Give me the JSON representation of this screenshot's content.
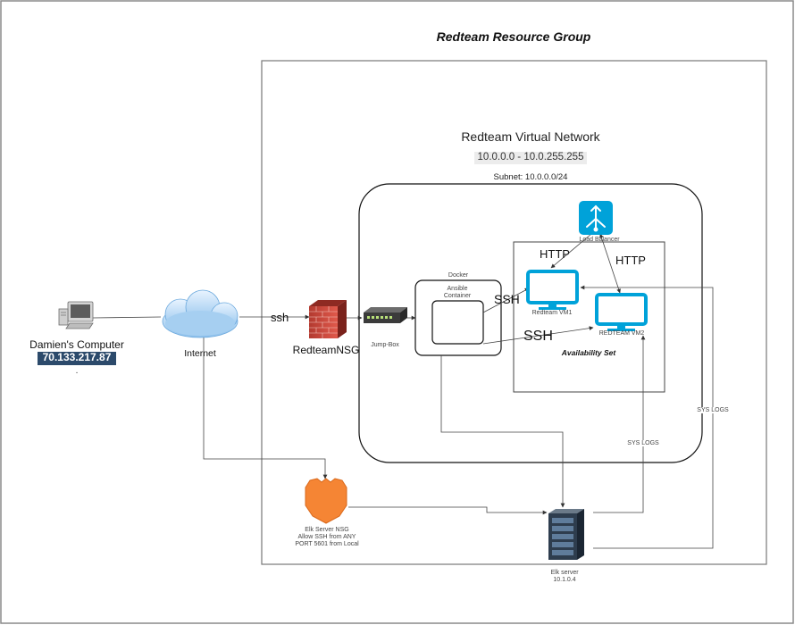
{
  "title": "Redteam Resource Group",
  "vnet": {
    "title": "Redteam Virtual Network",
    "range": "10.0.0.0 - 10.0.255.255",
    "subnet": "Subnet: 10.0.0.0/24"
  },
  "computer": {
    "name": "Damien's Computer",
    "ip": "70.133.217.87",
    "dot": "."
  },
  "internet": {
    "label": "Internet"
  },
  "ssh_link": {
    "label": "ssh"
  },
  "nsg": {
    "label": "RedteamNSG"
  },
  "jumpbox": {
    "label": "Jump-Box"
  },
  "docker": {
    "label": "Docker",
    "container_line1": "Ansible",
    "container_line2": "Container"
  },
  "ssh_vm1": {
    "label": "SSH"
  },
  "ssh_vm2": {
    "label": "SSH"
  },
  "load_balancer": {
    "label": "Load Balancer"
  },
  "http1": {
    "label": "HTTP"
  },
  "http2": {
    "label": "HTTP"
  },
  "vm1": {
    "label": "Redteam VM1"
  },
  "vm2": {
    "label": "REDTEAM VM2"
  },
  "availability_set": {
    "label": "Availability Set"
  },
  "elk_nsg": {
    "line1": "Elk Server NSG",
    "line2": "Allow SSH from ANY",
    "line3": "PORT 5601 from Local"
  },
  "elk_server": {
    "line1": "Elk server",
    "line2": "10.1.0.4"
  },
  "syslogs1": {
    "label": "SYS LOGS"
  },
  "syslogs2": {
    "label": "SYS LOGS"
  },
  "colors": {
    "azure_blue": "#00a2d9",
    "nsg_orange": "#f58534",
    "firewall_red": "#c0392b",
    "ip_highlight": "#2c4a6b"
  }
}
